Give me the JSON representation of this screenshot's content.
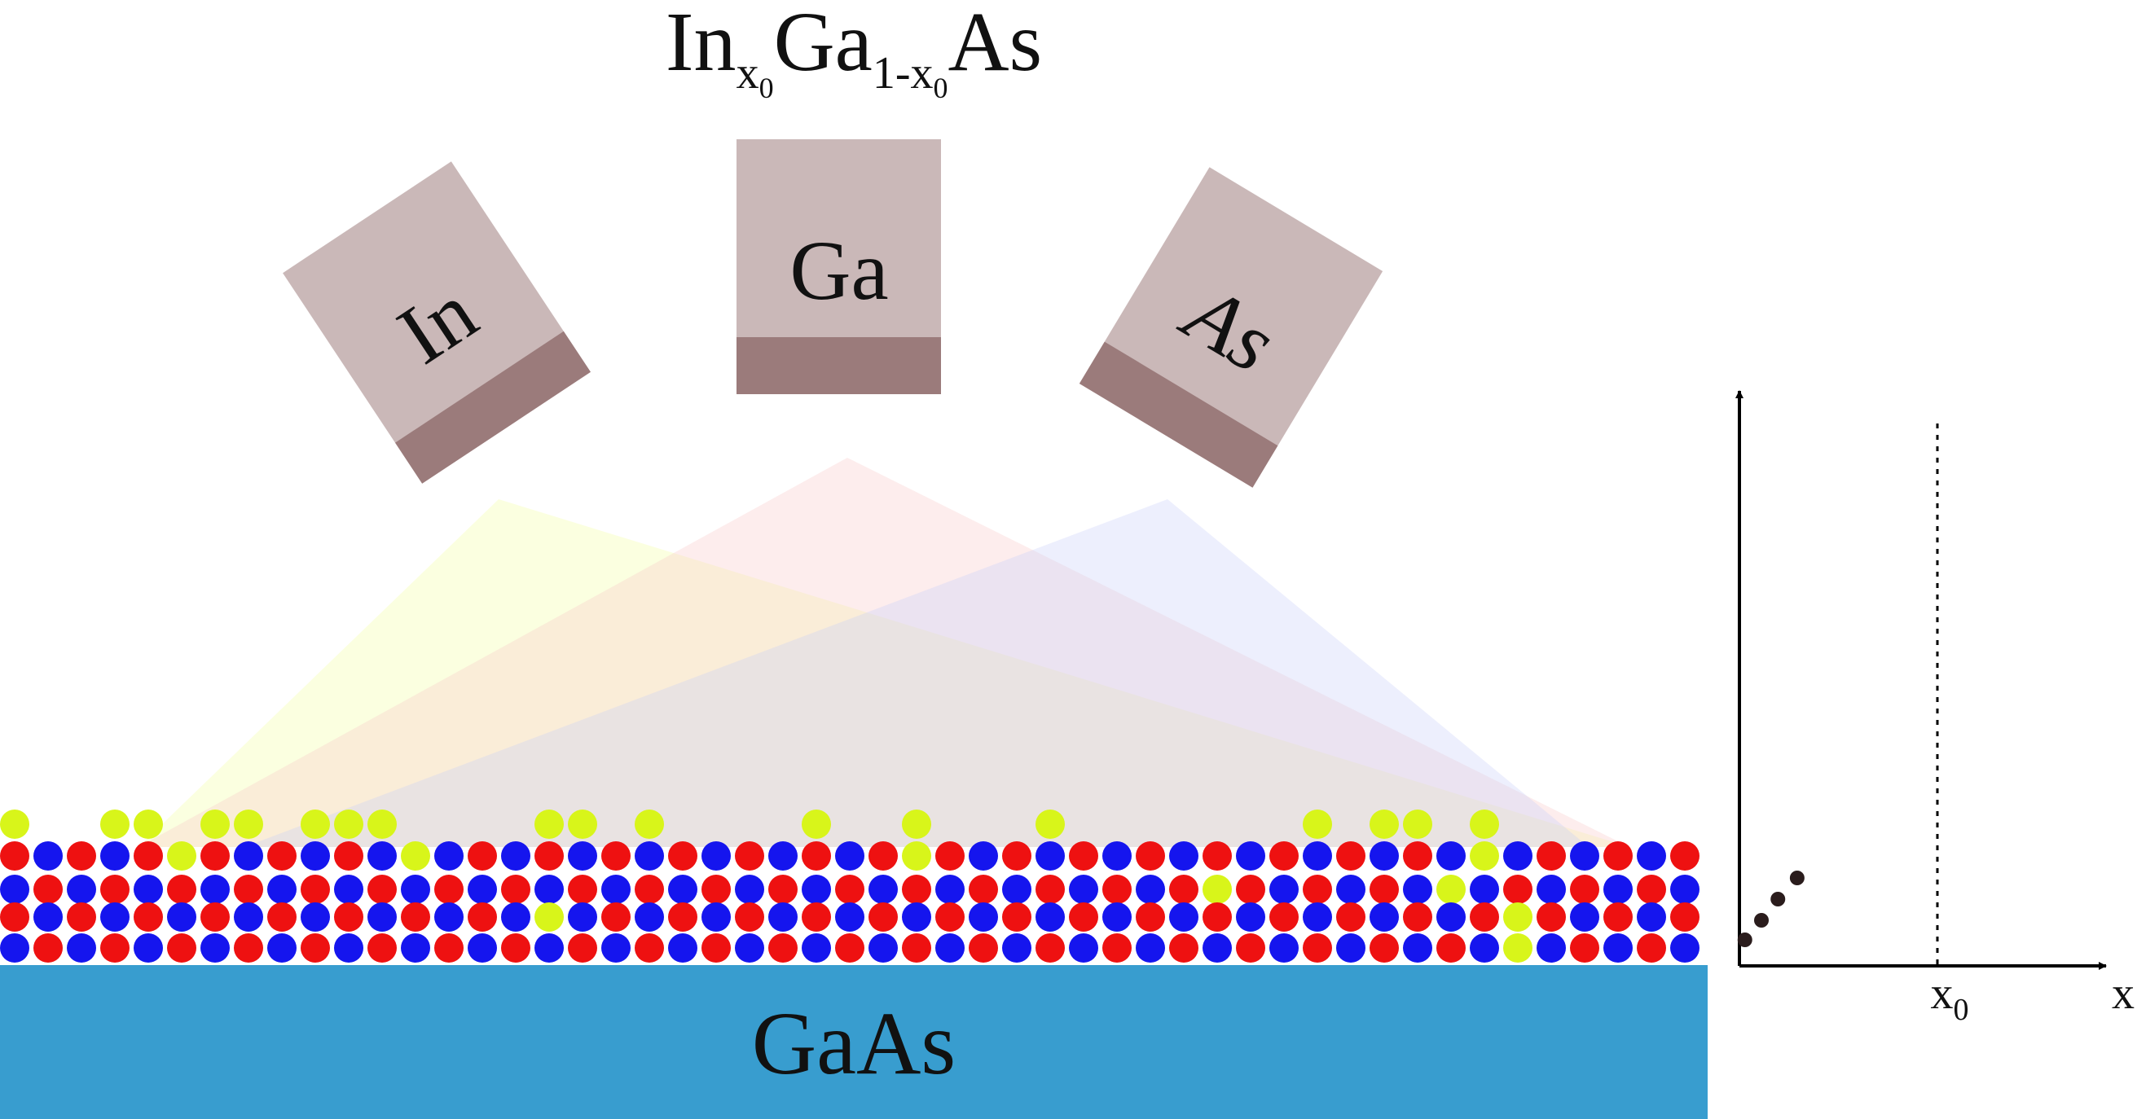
{
  "title": {
    "el1": "In",
    "sub1": "x",
    "subsub1": "0",
    "el2": "Ga",
    "sub2": "1-x",
    "subsub2": "0",
    "el3": "As"
  },
  "sources": [
    {
      "id": "in",
      "label": "In",
      "beam_color": "#f2ffa0"
    },
    {
      "id": "ga",
      "label": "Ga",
      "beam_color": "#f9c7c7"
    },
    {
      "id": "as",
      "label": "As",
      "beam_color": "#c7cdf9"
    }
  ],
  "substrate": {
    "label": "GaAs",
    "color": "#389dcf"
  },
  "atom_colors": {
    "In": "#d8f51a",
    "Ga": "#ee1111",
    "As": "#1515ee"
  },
  "plot": {
    "x_label": "x",
    "marker_label": "x",
    "marker_sub": "0",
    "points": [
      {
        "x": 0.02,
        "y": 0.12
      },
      {
        "x": 0.08,
        "y": 0.36
      },
      {
        "x": 0.14,
        "y": 0.62
      },
      {
        "x": 0.21,
        "y": 0.88
      }
    ]
  }
}
